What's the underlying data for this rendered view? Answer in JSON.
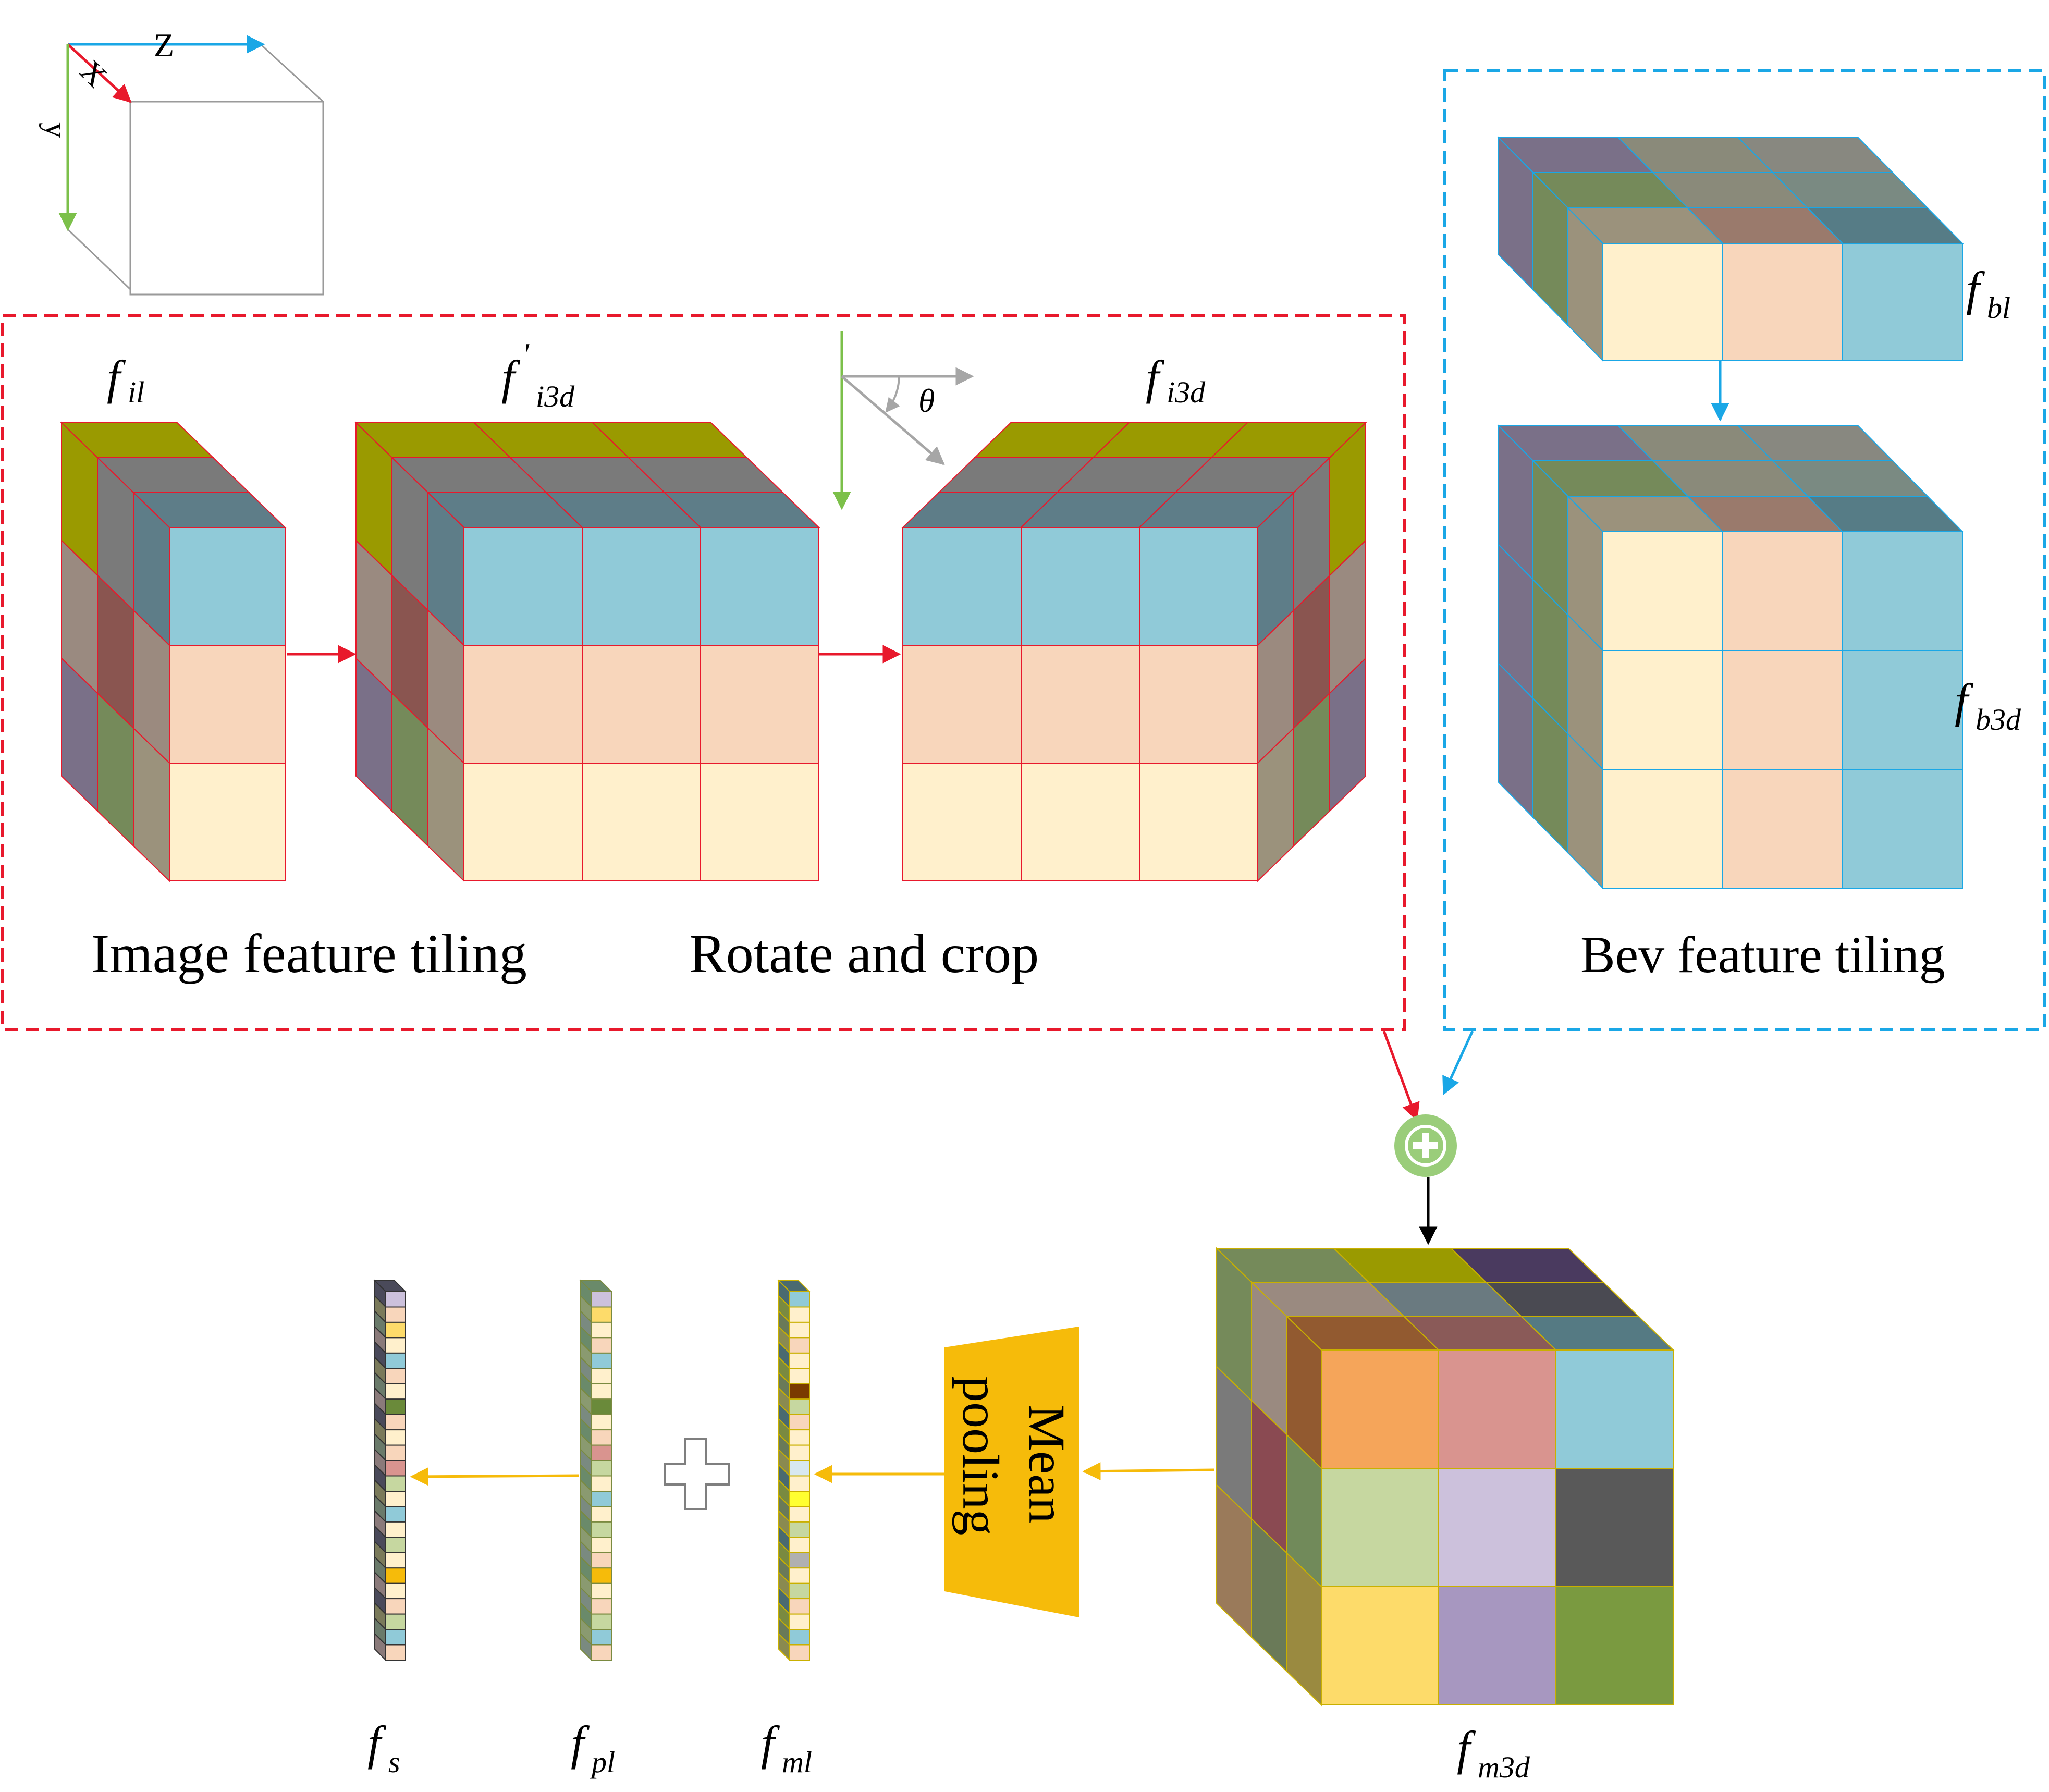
{
  "axes": {
    "z": "Z",
    "x": "X",
    "y": "y"
  },
  "red_panel": {
    "label_tiling": "Image feature tiling",
    "label_rotate": "Rotate and crop",
    "cube1": {
      "base": "f",
      "sup": "",
      "sub": "il"
    },
    "cube2": {
      "base": "f",
      "sup": "'",
      "sub": "i3d"
    },
    "cube3": {
      "base": "f",
      "sup": "",
      "sub": "i3d"
    },
    "angle": "θ"
  },
  "blue_panel": {
    "label": "Bev feature tiling",
    "top_cube": {
      "base": "f",
      "sub": "bl"
    },
    "bottom_cube": {
      "base": "f",
      "sub": "b3d"
    }
  },
  "fusion": {
    "symbol": "+"
  },
  "merged_cube": {
    "base": "f",
    "sub": "m3d"
  },
  "mean_pooling": {
    "line1": "Mean",
    "line2": "pooling"
  },
  "vectors": {
    "plus": "+",
    "ml": {
      "base": "f",
      "sub": "ml"
    },
    "pl": {
      "base": "f",
      "sub": "pl"
    },
    "s": {
      "base": "f",
      "sub": "s"
    }
  },
  "colors": {
    "red_border": "#e8192c",
    "blue_border": "#1aa7e6",
    "olive": "#9a9a00",
    "light_blue": "#90cad8",
    "peach": "#f8d6bb",
    "cream": "#fff0cc",
    "yellow_arrow": "#f6bb0a",
    "green_arrow": "#7cc04a",
    "gray_arrow": "#a6a6a6",
    "fusion_green": "#9acd7a"
  }
}
